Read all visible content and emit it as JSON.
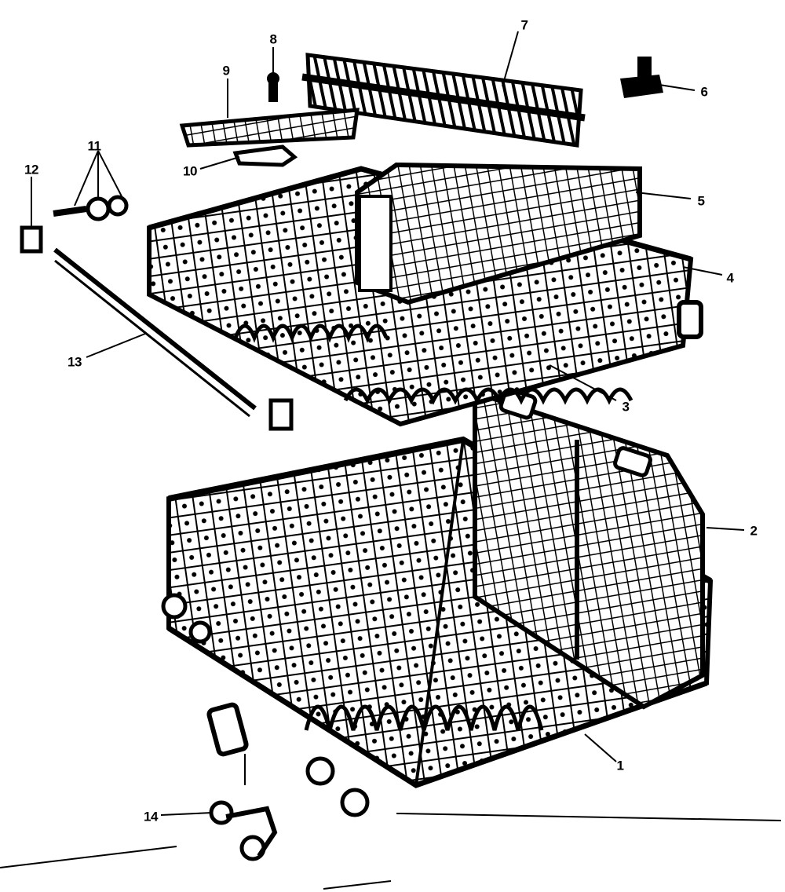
{
  "diagram": {
    "ink_color": "#000000",
    "paper_color": "#ffffff",
    "callouts": [
      {
        "id": "1",
        "text": "1"
      },
      {
        "id": "2",
        "text": "2"
      },
      {
        "id": "3",
        "text": "3"
      },
      {
        "id": "4",
        "text": "4"
      },
      {
        "id": "5",
        "text": "5"
      },
      {
        "id": "6",
        "text": "6"
      },
      {
        "id": "7",
        "text": "7"
      },
      {
        "id": "8",
        "text": "8"
      },
      {
        "id": "9",
        "text": "9"
      },
      {
        "id": "10",
        "text": "10"
      },
      {
        "id": "11",
        "text": "11"
      },
      {
        "id": "12",
        "text": "12"
      },
      {
        "id": "13",
        "text": "13"
      },
      {
        "id": "14",
        "text": "14"
      }
    ]
  }
}
